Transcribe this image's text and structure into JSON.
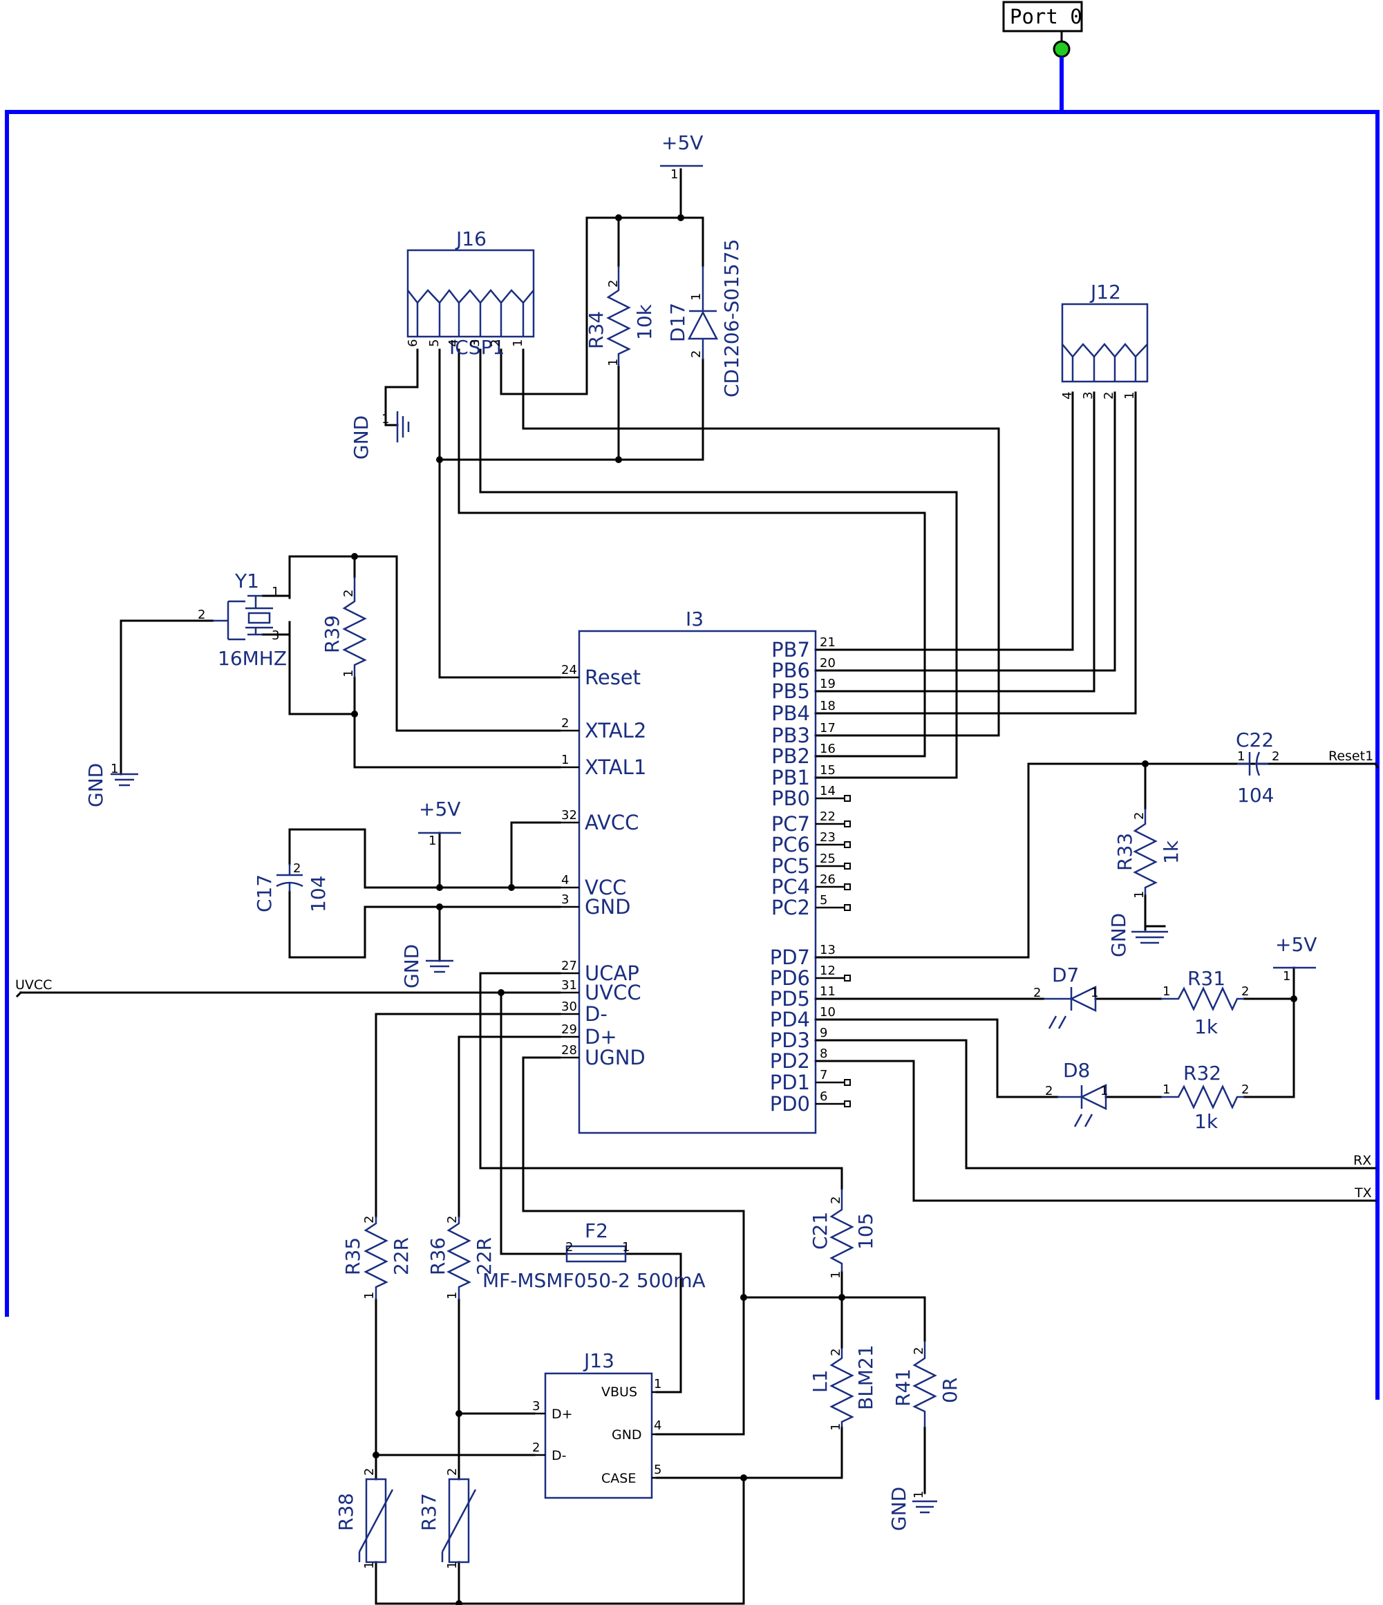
{
  "port": {
    "label": "Port 0",
    "led_color": "#22cc22"
  },
  "colors": {
    "wire": "#000000",
    "bus": "#0000ff",
    "symbol": "#1a2e80"
  },
  "power": {
    "vcc": "+5V",
    "gnd": "GND"
  },
  "signals": {
    "uvcc": "UVCC",
    "reset1": "Reset1",
    "rx": "RX",
    "tx": "TX"
  },
  "ic": {
    "ref": "I3",
    "left_pins": [
      {
        "name": "Reset",
        "num": "24"
      },
      {
        "name": "XTAL2",
        "num": "2"
      },
      {
        "name": "XTAL1",
        "num": "1"
      },
      {
        "name": "AVCC",
        "num": "32"
      },
      {
        "name": "VCC",
        "num": "4"
      },
      {
        "name": "GND",
        "num": "3"
      },
      {
        "name": "UCAP",
        "num": "27"
      },
      {
        "name": "UVCC",
        "num": "31"
      },
      {
        "name": "D-",
        "num": "30"
      },
      {
        "name": "D+",
        "num": "29"
      },
      {
        "name": "UGND",
        "num": "28"
      }
    ],
    "right_pins": [
      {
        "name": "PB7",
        "num": "21"
      },
      {
        "name": "PB6",
        "num": "20"
      },
      {
        "name": "PB5",
        "num": "19"
      },
      {
        "name": "PB4",
        "num": "18"
      },
      {
        "name": "PB3",
        "num": "17"
      },
      {
        "name": "PB2",
        "num": "16"
      },
      {
        "name": "PB1",
        "num": "15"
      },
      {
        "name": "PB0",
        "num": "14"
      },
      {
        "name": "PC7",
        "num": "22"
      },
      {
        "name": "PC6",
        "num": "23"
      },
      {
        "name": "PC5",
        "num": "25"
      },
      {
        "name": "PC4",
        "num": "26"
      },
      {
        "name": "PC2",
        "num": "5"
      },
      {
        "name": "PD7",
        "num": "13"
      },
      {
        "name": "PD6",
        "num": "12"
      },
      {
        "name": "PD5",
        "num": "11"
      },
      {
        "name": "PD4",
        "num": "10"
      },
      {
        "name": "PD3",
        "num": "9"
      },
      {
        "name": "PD2",
        "num": "8"
      },
      {
        "name": "PD1",
        "num": "7"
      },
      {
        "name": "PD0",
        "num": "6"
      }
    ]
  },
  "j16": {
    "ref": "J16",
    "name": "ICSP1",
    "pins": [
      "6",
      "5",
      "4",
      "3",
      "2",
      "1"
    ]
  },
  "j12": {
    "ref": "J12",
    "pins": [
      "4",
      "3",
      "2",
      "1"
    ]
  },
  "j13": {
    "ref": "J13",
    "pins": [
      {
        "name": "VBUS",
        "num": "1"
      },
      {
        "name": "D+",
        "num": "3"
      },
      {
        "name": "GND",
        "num": "4"
      },
      {
        "name": "D-",
        "num": "2"
      },
      {
        "name": "CASE",
        "num": "5"
      }
    ]
  },
  "y1": {
    "ref": "Y1",
    "value": "16MHZ",
    "pins": [
      "1",
      "2",
      "3"
    ]
  },
  "d17": {
    "ref": "D17",
    "value": "CD1206-S01575"
  },
  "d7": {
    "ref": "D7"
  },
  "d8": {
    "ref": "D8"
  },
  "f2": {
    "ref": "F2",
    "value": "MF-MSMF050-2 500mA"
  },
  "l1": {
    "ref": "L1",
    "value": "BLM21"
  },
  "resistors": {
    "r34": {
      "ref": "R34",
      "value": "10k"
    },
    "r39": {
      "ref": "R39",
      "value": ""
    },
    "r33": {
      "ref": "R33",
      "value": "1k"
    },
    "r31": {
      "ref": "R31",
      "value": "1k"
    },
    "r32": {
      "ref": "R32",
      "value": "1k"
    },
    "r35": {
      "ref": "R35",
      "value": "22R"
    },
    "r36": {
      "ref": "R36",
      "value": "22R"
    },
    "r41": {
      "ref": "R41",
      "value": "0R"
    },
    "r38": {
      "ref": "R38"
    },
    "r37": {
      "ref": "R37"
    }
  },
  "caps": {
    "c17": {
      "ref": "C17",
      "value": "104"
    },
    "c22": {
      "ref": "C22",
      "value": "104"
    },
    "c21": {
      "ref": "C21",
      "value": "105"
    }
  }
}
